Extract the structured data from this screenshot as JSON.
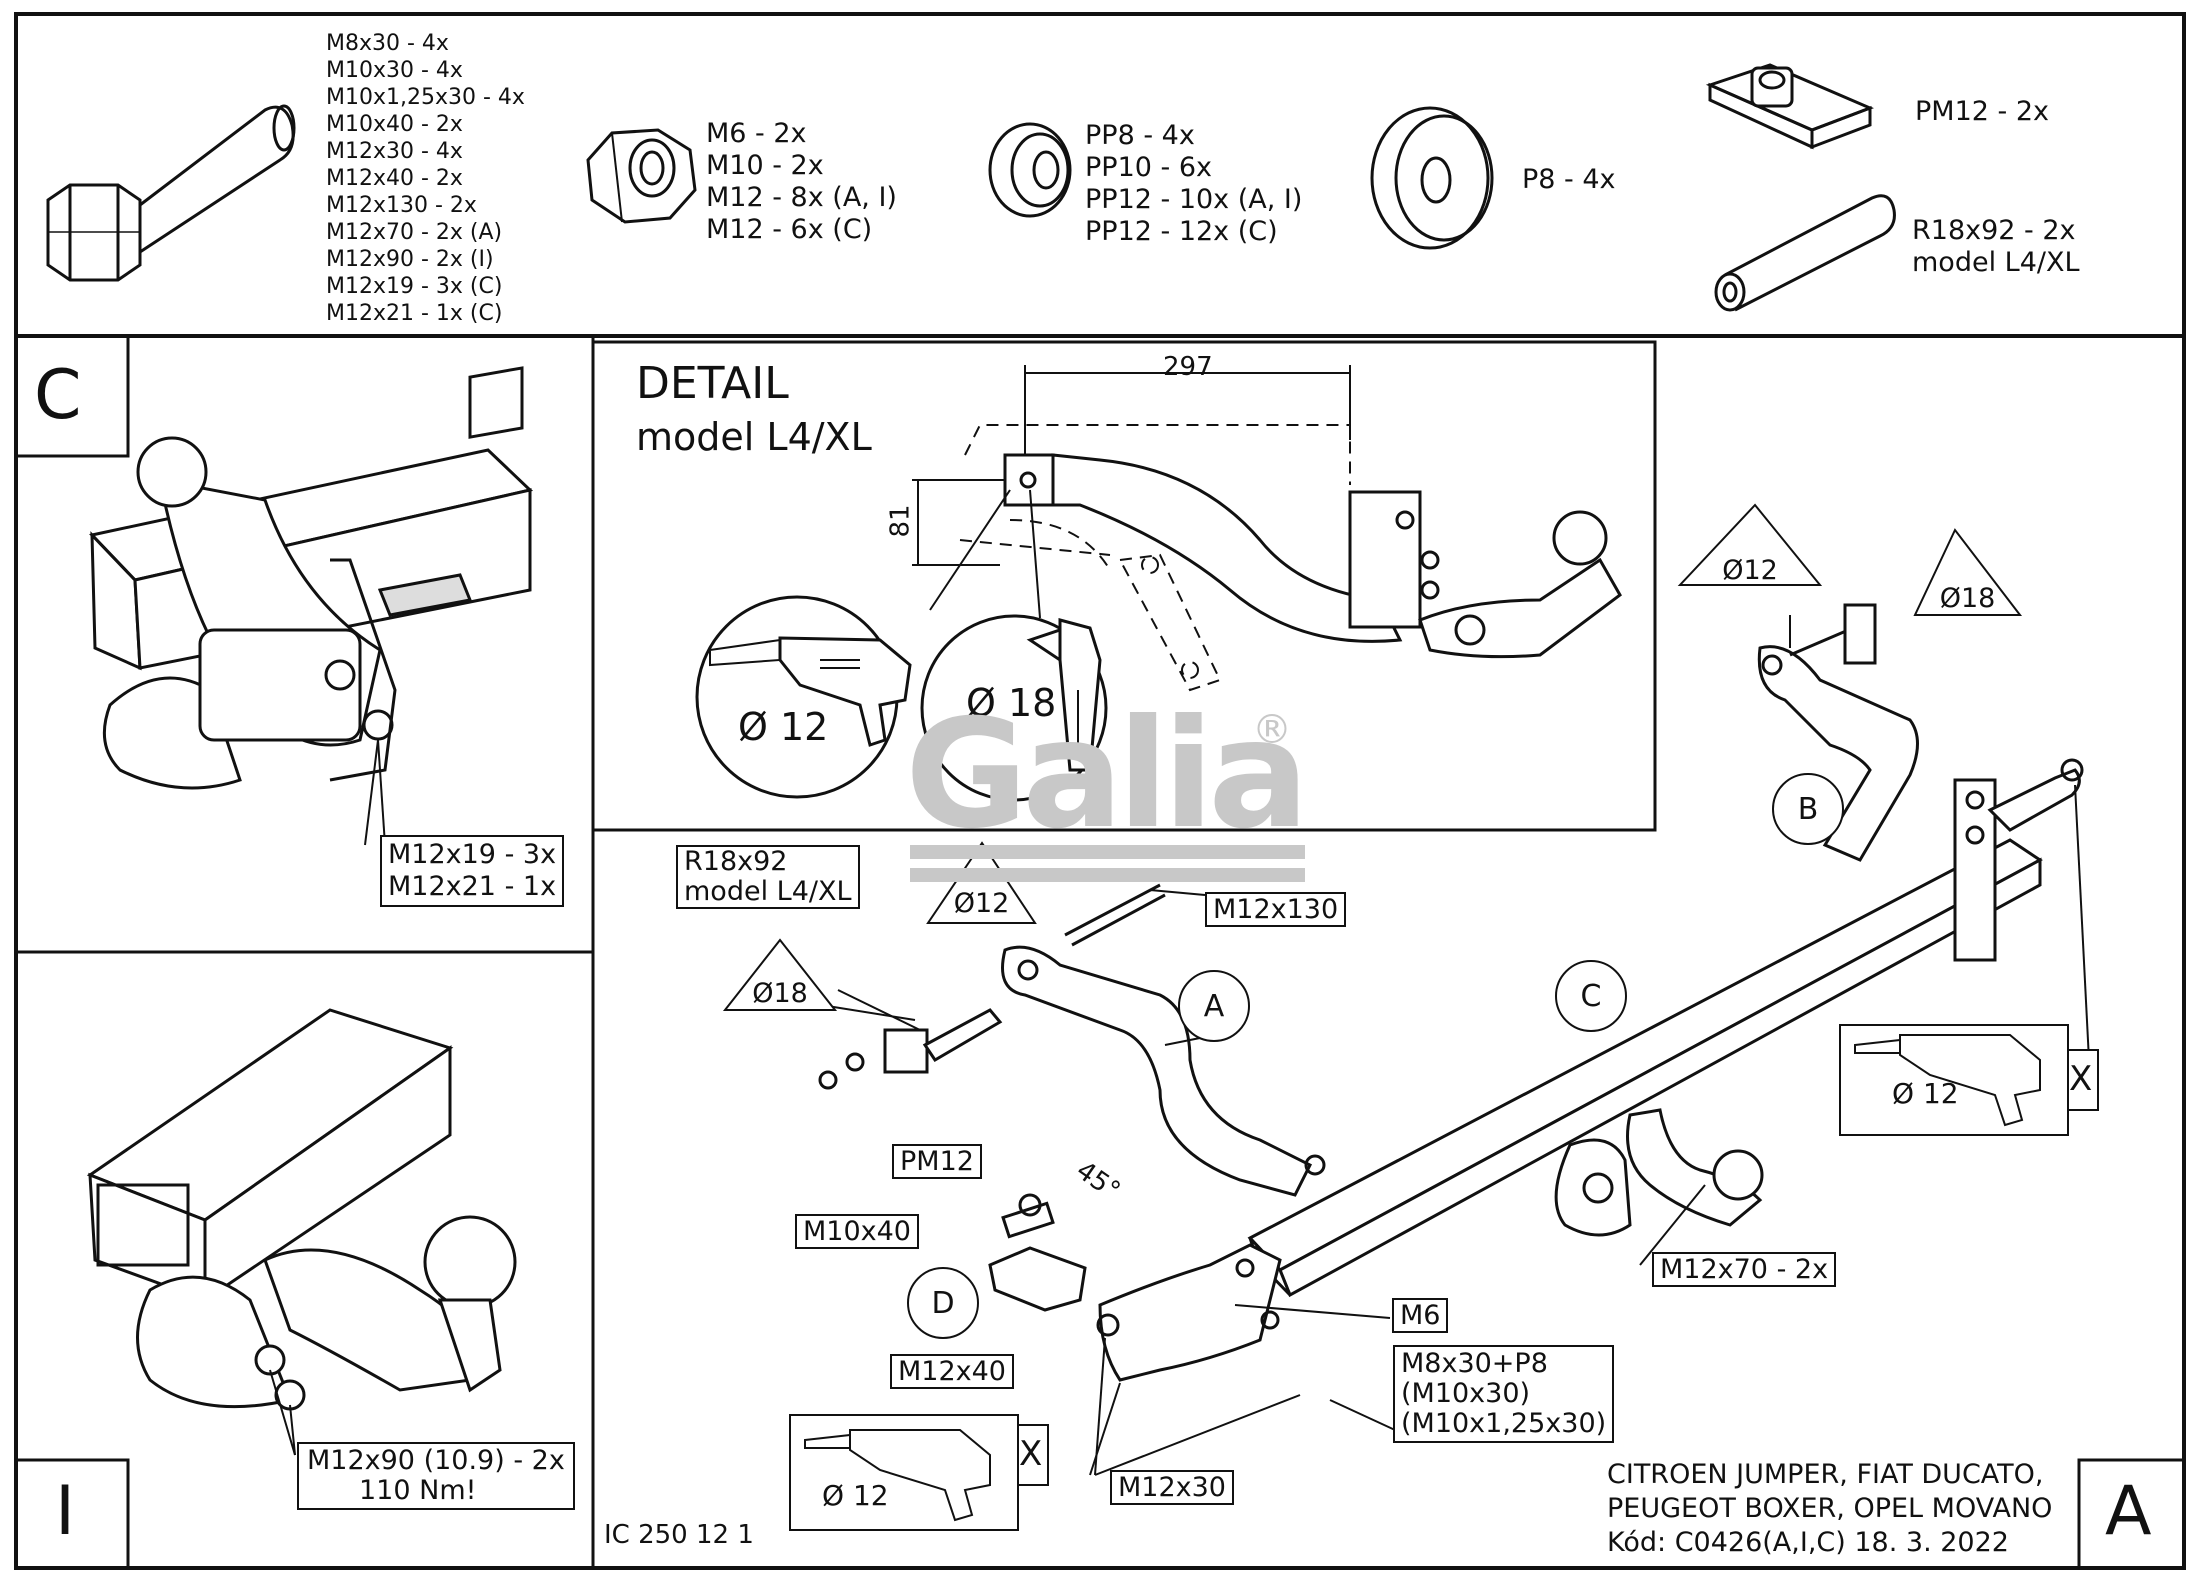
{
  "hardware": {
    "bolts": [
      "M8x30 - 4x",
      "M10x30 - 4x",
      "M10x1,25x30 - 4x",
      "M10x40 - 2x",
      "M12x30 - 4x",
      "M12x40 - 2x",
      "M12x130 - 2x",
      "M12x70 - 2x (A)",
      "M12x90 - 2x (I)",
      "M12x19 - 3x (C)",
      "M12x21 - 1x (C)"
    ],
    "nuts": [
      "M6 - 2x",
      "M10 - 2x",
      "M12 - 8x (A, I)",
      "M12 - 6x (C)"
    ],
    "spring_washers": [
      "PP8 - 4x",
      "PP10 - 6x",
      "PP12 - 10x (A, I)",
      "PP12 - 12x (C)"
    ],
    "washer": "P8 - 4x",
    "plate": "PM12 - 2x",
    "spacer": [
      "R18x92 - 2x",
      "model  L4/XL"
    ]
  },
  "panel_c": {
    "letter": "C",
    "bolts": [
      "M12x19 - 3x",
      "M12x21 - 1x"
    ]
  },
  "panel_i": {
    "letter": "I",
    "bolts": [
      "M12x90 (10.9) - 2x",
      "110 Nm!"
    ]
  },
  "detail": {
    "title": "DETAIL",
    "subtitle": "model L4/XL",
    "dim_horizontal": "297",
    "dim_vertical": "81",
    "drill_1": "Ø 12",
    "drill_2": "Ø 18"
  },
  "main": {
    "letter": "A",
    "spacer_label": [
      "R18x92",
      "model L4/XL"
    ],
    "tri_d18_left": "Ø18",
    "tri_d12_left": "Ø12",
    "tri_d12_right": "Ø12",
    "tri_d18_right": "Ø18",
    "m12x130": "M12x130",
    "pm12": "PM12",
    "m10x40": "M10x40",
    "m12x40": "M12x40",
    "m12x30": "M12x30",
    "m6": "M6",
    "m8_group": [
      "M8x30+P8",
      "(M10x30)",
      "(M10x1,25x30)"
    ],
    "m12x70": "M12x70 - 2x",
    "angle": "45°",
    "bubble_a": "A",
    "bubble_b": "B",
    "bubble_c": "C",
    "bubble_d": "D",
    "drill_right": "Ø 12",
    "drill_bottom": "Ø 12",
    "x_mark": "X",
    "watermark": "Galia",
    "registered": "®",
    "code_left": "IC 250 12 1",
    "vehicles": [
      "CITROEN JUMPER, FIAT DUCATO,",
      "PEUGEOT BOXER, OPEL MOVANO",
      "Kód: C0426(A,I,C)  18. 3. 2022"
    ]
  }
}
